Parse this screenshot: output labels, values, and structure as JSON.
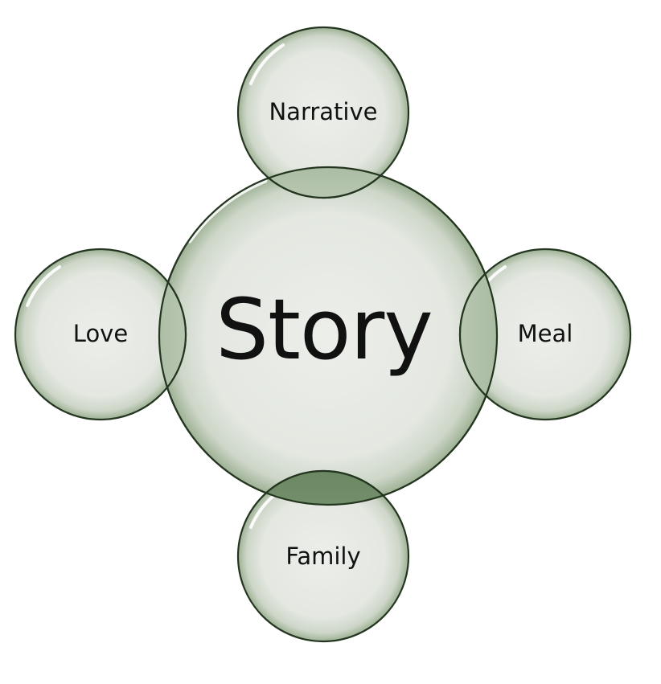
{
  "diagram": {
    "center": {
      "label": "Story"
    },
    "satellites": [
      {
        "id": "top",
        "label": "Narrative"
      },
      {
        "id": "left",
        "label": "Love"
      },
      {
        "id": "right",
        "label": "Meal"
      },
      {
        "id": "bottom",
        "label": "Family"
      }
    ]
  },
  "colors": {
    "fill": "#e8ebe6",
    "fill_edge": "#c9d3c5",
    "stroke": "#2a3d25",
    "overlap": "#7f9a77",
    "overlap_dark": "#5d7a55"
  }
}
